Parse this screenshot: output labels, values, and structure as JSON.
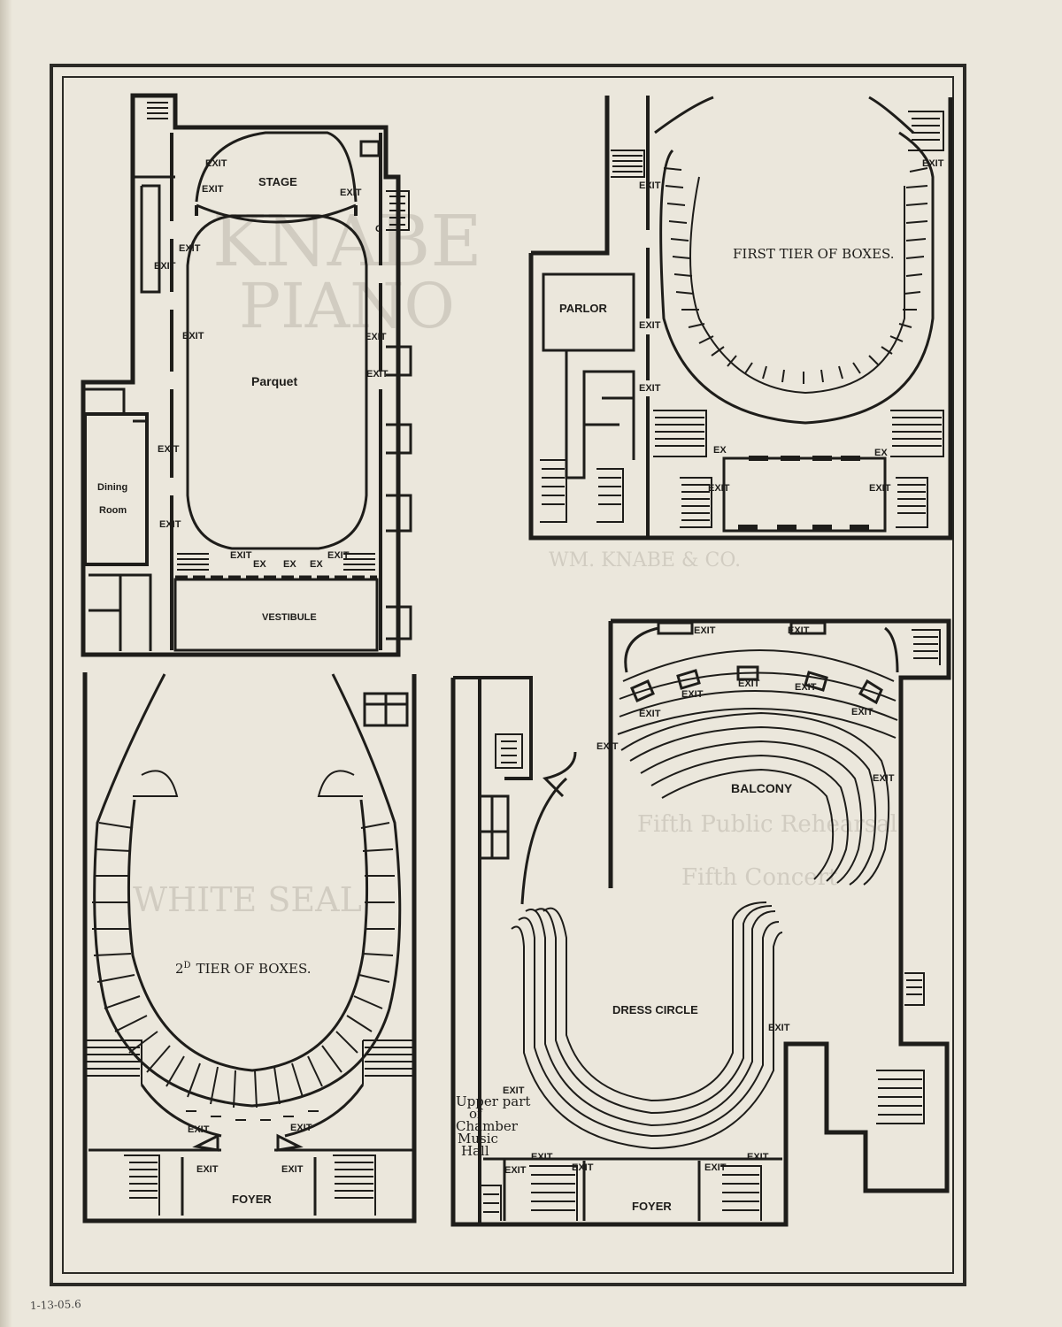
{
  "plan_parquet": {
    "stage": "STAGE",
    "parquet": "Parquet",
    "dining": "Dining",
    "room": "Room",
    "vestibule": "VESTIBULE",
    "exit": "EXIT",
    "ex": "EX",
    "gate": "G"
  },
  "plan_first_tier": {
    "title": "FIRST TIER OF BOXES.",
    "parlor": "PARLOR",
    "exit": "EXIT",
    "ex": "EX"
  },
  "plan_second_tier": {
    "title_num": "2",
    "title_sup": "D",
    "title_rest": "TIER OF BOXES.",
    "foyer": "FOYER",
    "exit": "EXIT"
  },
  "plan_balcony": {
    "balcony": "BALCONY",
    "dress_circle": "DRESS CIRCLE",
    "foyer": "FOYER",
    "exit": "EXIT",
    "upper_part": [
      "Upper part",
      "of",
      "Chamber",
      "Music",
      "Hall"
    ]
  },
  "bleed_through": {
    "line1": "KNABE",
    "line2": "PIANO",
    "line3": "WM. KNABE & CO.",
    "line4": "Fifth Public Rehearsal",
    "line5": "Fifth Concert",
    "line6": "WHITE SEAL"
  },
  "margin_note": "1-13-05.6",
  "colors": {
    "ink": "#1e1d1a",
    "paper": "#ebe7dc"
  }
}
